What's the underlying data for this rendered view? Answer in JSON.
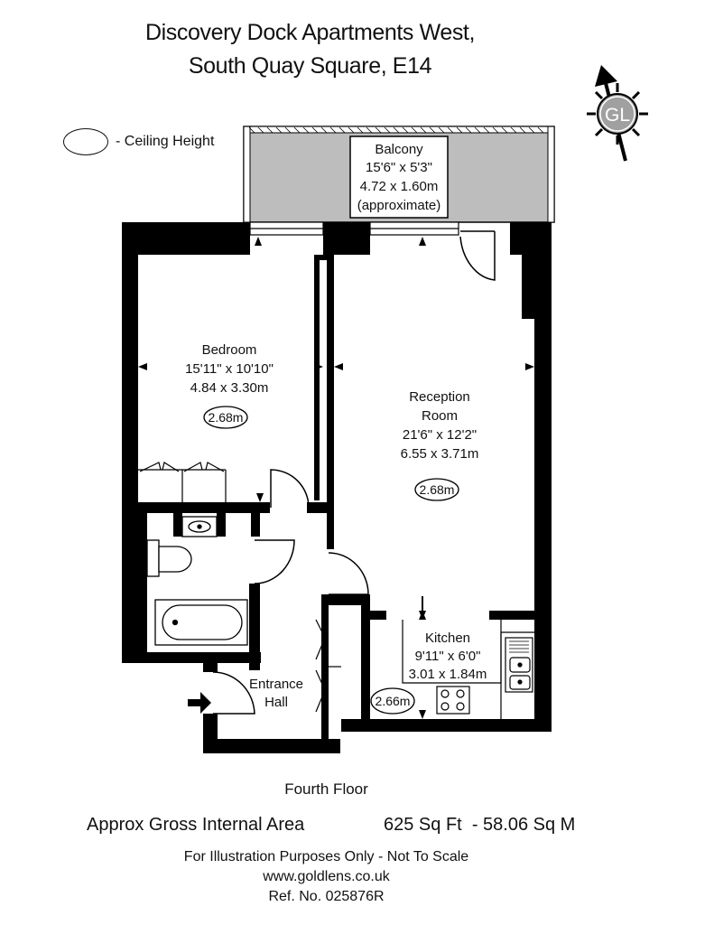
{
  "header": {
    "title_line1": "Discovery Dock Apartments West,",
    "title_line2": "South Quay Square, E14"
  },
  "legend": {
    "text": "- Ceiling Height"
  },
  "compass": {
    "label": "GL",
    "icon": "compass-north-arrow-icon"
  },
  "rooms": {
    "balcony": {
      "name": "Balcony",
      "imperial": "15'6\" x 5'3\"",
      "metric": "4.72 x 1.60m",
      "note": "(approximate)"
    },
    "bedroom": {
      "name": "Bedroom",
      "imperial": "15'11\" x 10'10\"",
      "metric": "4.84 x 3.30m",
      "ceiling": "2.68m"
    },
    "reception": {
      "name_line1": "Reception",
      "name_line2": "Room",
      "imperial": "21'6\" x 12'2\"",
      "metric": "6.55 x 3.71m",
      "ceiling": "2.68m"
    },
    "kitchen": {
      "name": "Kitchen",
      "imperial": "9'11\" x 6'0\"",
      "metric": "3.01 x 1.84m",
      "ceiling": "2.66m"
    },
    "hall": {
      "name_line1": "Entrance",
      "name_line2": "Hall"
    }
  },
  "footer": {
    "floor": "Fourth Floor",
    "area_label": "Approx Gross Internal Area",
    "area_value": "625 Sq Ft  - 58.06 Sq M",
    "disclaimer": "For Illustration Purposes Only - Not To Scale",
    "website": "www.goldlens.co.uk",
    "ref": "Ref. No. 025876R"
  },
  "colors": {
    "wall": "#000000",
    "balcony_fill": "#bdbdbd",
    "ink": "#111111",
    "compass_fill": "#a0a0a0"
  }
}
